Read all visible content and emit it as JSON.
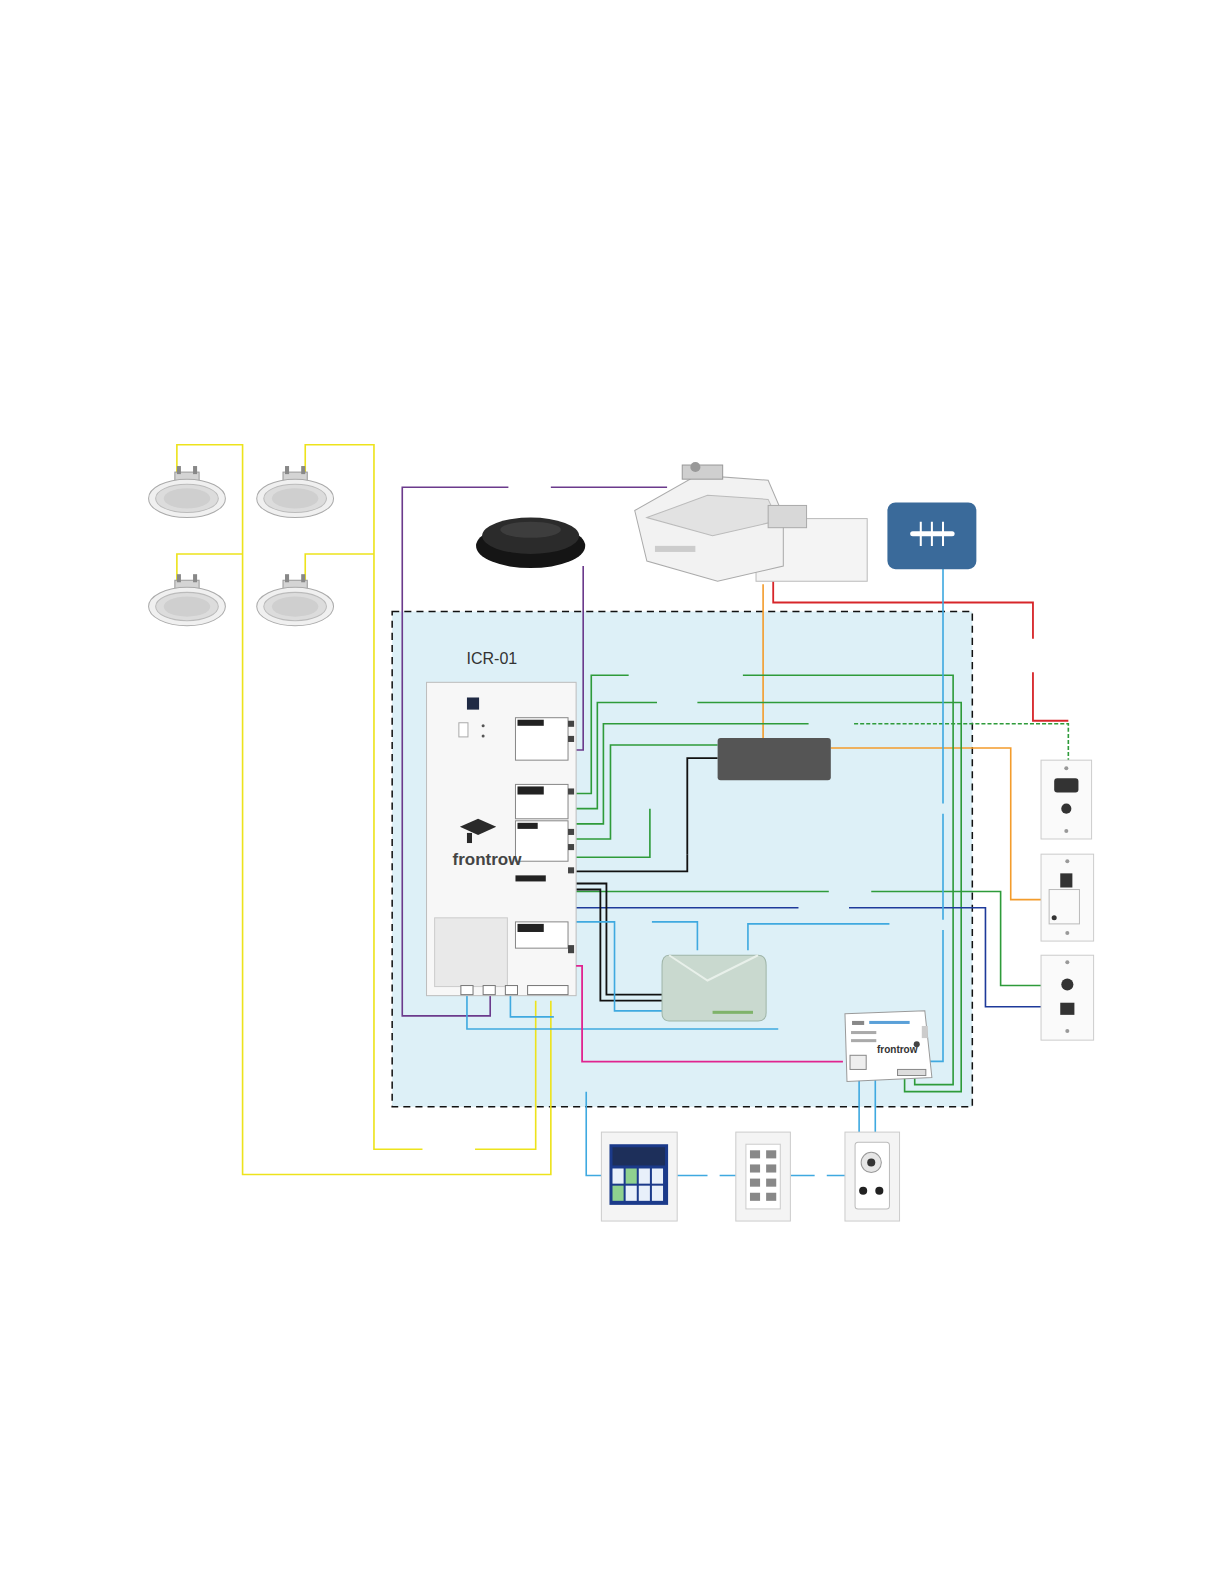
{
  "diagram": {
    "nodes": [
      {
        "text": [
          "ICR-01",
          "frontrow"
        ]
      },
      {
        "text": [
          "frontrow"
        ]
      }
    ],
    "edges": [
      {
        "from": 0,
        "to": 1,
        "arrow": "none"
      }
    ]
  }
}
